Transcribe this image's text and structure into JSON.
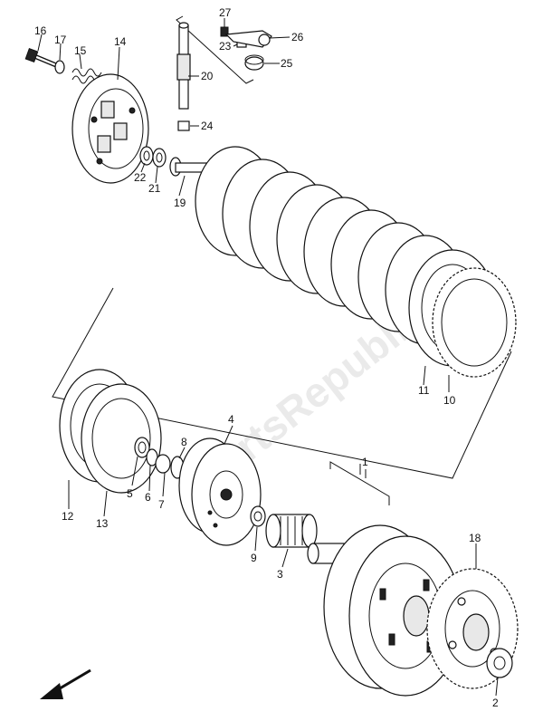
{
  "diagram": {
    "watermark": "PartsRepublik",
    "labels": {
      "p1": "1",
      "p2": "2",
      "p3": "3",
      "p4": "4",
      "p5": "5",
      "p6": "6",
      "p7": "7",
      "p8": "8",
      "p9": "9",
      "p10": "10",
      "p11": "11",
      "p12": "12",
      "p13": "13",
      "p14": "14",
      "p15": "15",
      "p16": "16",
      "p17": "17",
      "p18": "18",
      "p19": "19",
      "p20": "20",
      "p21": "21",
      "p22": "22",
      "p23": "23",
      "p24": "24",
      "p25": "25",
      "p26": "26",
      "p27": "27"
    }
  }
}
